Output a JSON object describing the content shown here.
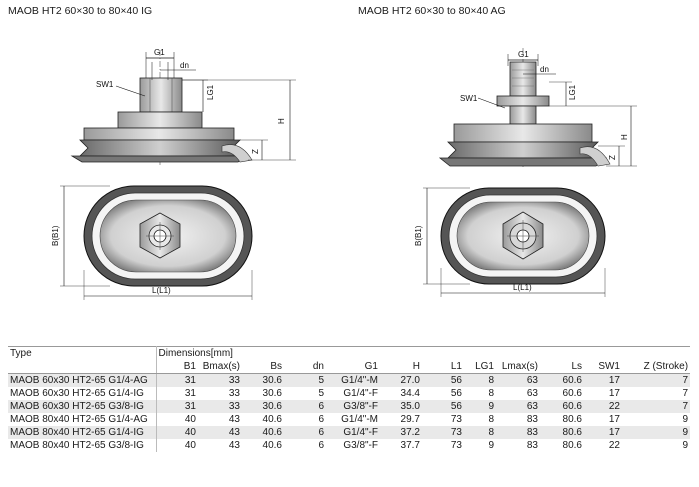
{
  "titles": {
    "left": "MAOB HT2 60×30 to 80×40 IG",
    "right": "MAOB HT2 60×30 to 80×40 AG"
  },
  "drawing_labels": {
    "g1": "G1",
    "dn": "dn",
    "sw1": "SW1",
    "lg1": "LG1",
    "h": "H",
    "z": "Z",
    "b": "B(B1)",
    "l": "L(L1)"
  },
  "table": {
    "type_header": "Type",
    "group_header": "Dimensions[mm]",
    "columns": [
      "B1",
      "Bmax(s)",
      "Bs",
      "dn",
      "G1",
      "H",
      "L1",
      "LG1",
      "Lmax(s)",
      "Ls",
      "SW1",
      "Z (Stroke)"
    ],
    "rows": [
      {
        "type": "MAOB 60x30 HT2-65 G1/4-AG",
        "values": [
          "31",
          "33",
          "30.6",
          "5",
          "G1/4\"-M",
          "27.0",
          "56",
          "8",
          "63",
          "60.6",
          "17",
          "7"
        ]
      },
      {
        "type": "MAOB 60x30 HT2-65 G1/4-IG",
        "values": [
          "31",
          "33",
          "30.6",
          "5",
          "G1/4\"-F",
          "34.4",
          "56",
          "8",
          "63",
          "60.6",
          "17",
          "7"
        ]
      },
      {
        "type": "MAOB 60x30 HT2-65 G3/8-IG",
        "values": [
          "31",
          "33",
          "30.6",
          "6",
          "G3/8\"-F",
          "35.0",
          "56",
          "9",
          "63",
          "60.6",
          "22",
          "7"
        ]
      },
      {
        "type": "MAOB 80x40 HT2-65 G1/4-AG",
        "values": [
          "40",
          "43",
          "40.6",
          "6",
          "G1/4\"-M",
          "29.7",
          "73",
          "8",
          "83",
          "80.6",
          "17",
          "9"
        ]
      },
      {
        "type": "MAOB 80x40 HT2-65 G1/4-IG",
        "values": [
          "40",
          "43",
          "40.6",
          "6",
          "G1/4\"-F",
          "37.2",
          "73",
          "8",
          "83",
          "80.6",
          "17",
          "9"
        ]
      },
      {
        "type": "MAOB 80x40 HT2-65 G3/8-IG",
        "values": [
          "40",
          "43",
          "40.6",
          "6",
          "G3/8\"-F",
          "37.7",
          "73",
          "9",
          "83",
          "80.6",
          "22",
          "9"
        ]
      }
    ]
  }
}
